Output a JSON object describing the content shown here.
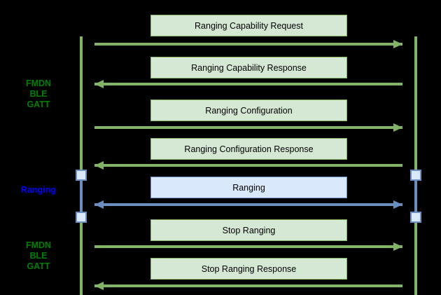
{
  "colors": {
    "background": "#000000",
    "green_stroke": "#82B366",
    "green_fill": "#D5E8D4",
    "blue_stroke": "#6C8EBF",
    "blue_fill": "#DAE8FC",
    "label_green": "#008000",
    "label_blue": "#0000FF",
    "box_text": "#000000"
  },
  "side_labels": [
    {
      "id": "fmdn-ble-gatt-top",
      "lines": [
        "FMDN",
        "BLE",
        "GATT"
      ],
      "style": "green"
    },
    {
      "id": "ranging",
      "lines": [
        "Ranging"
      ],
      "style": "blue"
    },
    {
      "id": "fmdn-ble-gatt-bottom",
      "lines": [
        "FMDN",
        "BLE",
        "GATT"
      ],
      "style": "green"
    }
  ],
  "messages": [
    {
      "label": "Ranging Capability Request",
      "direction": "right",
      "style": "green"
    },
    {
      "label": "Ranging Capability Response",
      "direction": "left",
      "style": "green"
    },
    {
      "label": "Ranging Configuration",
      "direction": "right",
      "style": "green"
    },
    {
      "label": "Ranging Configuration Response",
      "direction": "left",
      "style": "green"
    },
    {
      "label": "Ranging",
      "direction": "both",
      "style": "blue"
    },
    {
      "label": "Stop Ranging",
      "direction": "right",
      "style": "green"
    },
    {
      "label": "Stop Ranging Response",
      "direction": "left",
      "style": "green"
    }
  ]
}
